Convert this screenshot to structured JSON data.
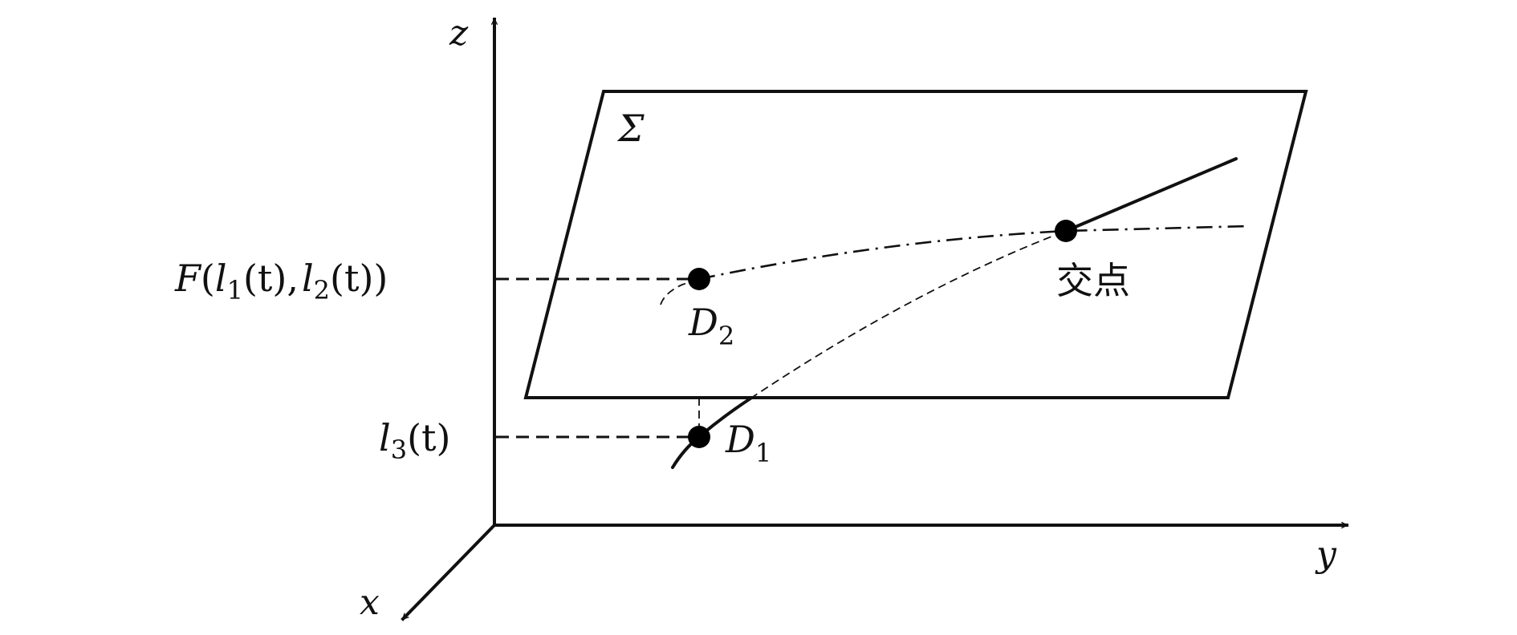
{
  "labels": {
    "z_axis": "z",
    "y_axis": "y",
    "x_axis": "x",
    "plane": "Σ",
    "point_d2": "D",
    "point_d2_sub": "2",
    "point_d1": "D",
    "point_d1_sub": "1",
    "intersection": "交点",
    "f_label": {
      "F": "F",
      "open": "(",
      "l1": "l",
      "l1_sub": "1",
      "l1_arg": "(t),",
      "l2": "l",
      "l2_sub": "2",
      "l2_arg": "(t))"
    },
    "l3_label": {
      "l": "l",
      "sub": "3",
      "arg": "(t)"
    }
  }
}
